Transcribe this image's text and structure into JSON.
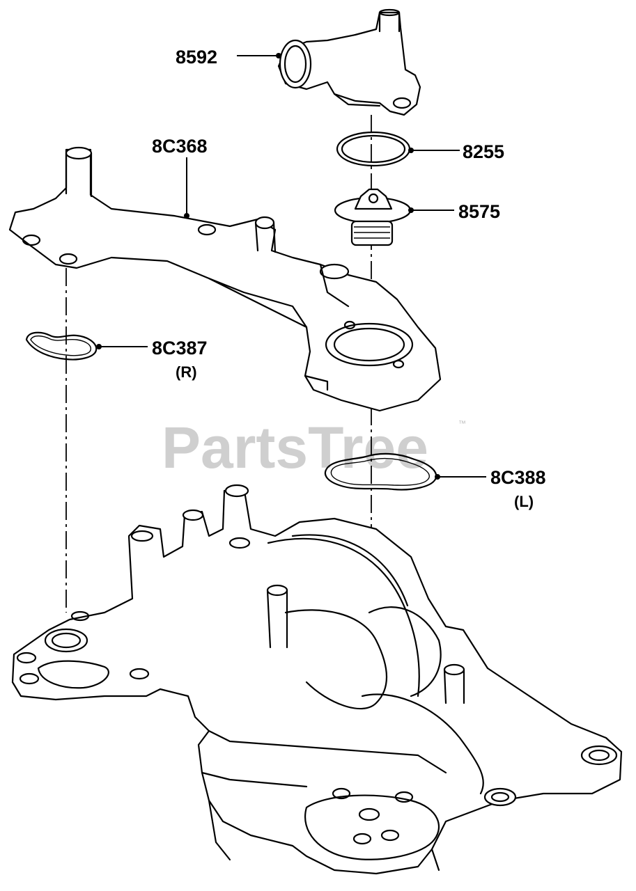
{
  "watermark": {
    "brand": "PartsTree",
    "trademark": "™"
  },
  "callouts": [
    {
      "id": "8592",
      "label": "8592",
      "sub": ""
    },
    {
      "id": "8C368",
      "label": "8C368",
      "sub": ""
    },
    {
      "id": "8255",
      "label": "8255",
      "sub": ""
    },
    {
      "id": "8575",
      "label": "8575",
      "sub": ""
    },
    {
      "id": "8C387",
      "label": "8C387",
      "sub": "(R)"
    },
    {
      "id": "8C388",
      "label": "8C388",
      "sub": "(L)"
    }
  ]
}
